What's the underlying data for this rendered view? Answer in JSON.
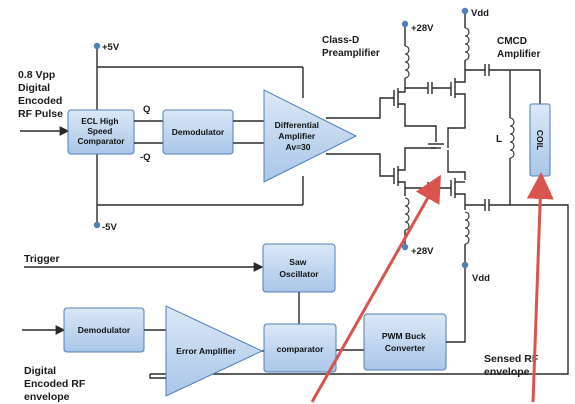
{
  "labels": {
    "input_rf": [
      "0.8 Vpp",
      "Digital",
      "Encoded",
      "RF Pulse"
    ],
    "plus5v": "+5V",
    "minus5v": "-5V",
    "q": "Q",
    "neg_q": "-Q",
    "class_d": [
      "Class-D",
      "Preamplifier"
    ],
    "plus28v_top": "+28V",
    "plus28v_bottom": "+28V",
    "vdd_top": "Vdd",
    "vdd_bottom": "Vdd",
    "cmcd": [
      "CMCD",
      "Amplifier"
    ],
    "l": "L",
    "trigger": "Trigger",
    "sensed": [
      "Sensed RF",
      "envelope"
    ],
    "bottom_input": [
      "Digital",
      "Encoded RF",
      "envelope"
    ]
  },
  "blocks": {
    "ecl": [
      "ECL High",
      "Speed",
      "Comparator"
    ],
    "demodulator_top": "Demodulator",
    "diff_amp": [
      "Differential",
      "Amplifier",
      "Av=30"
    ],
    "saw": [
      "Saw",
      "Oscillator"
    ],
    "demodulator_bottom": "Demodulator",
    "error_amp": "Error Amplifier",
    "comparator": "comparator",
    "pwm": [
      "PWM Buck",
      "Converter"
    ],
    "coil": "COIL"
  },
  "colors": {
    "block_fill": "#bcd4ee",
    "block_stroke": "#4f7fb5",
    "rail_dot": "#4f7fb5",
    "arrow": "#d9534f",
    "wire": "#2a2a2a"
  }
}
